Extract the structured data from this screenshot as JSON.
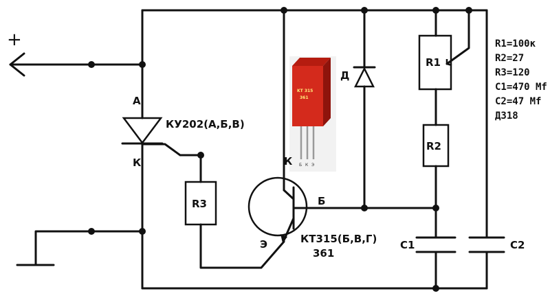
{
  "labels": {
    "plus_sign": "+",
    "thyristor_anode": "А",
    "thyristor_cathode": "К",
    "thyristor_type": "КУ202(А,Б,В)",
    "r3": "R3",
    "r1": "R1",
    "r2": "R2",
    "c1": "C1",
    "c2": "C2",
    "diode": "Д",
    "transistor_collector": "К",
    "transistor_base": "Б",
    "transistor_emitter": "Э",
    "transistor_type": "КТ315(Б,В,Г)",
    "transistor_alt": "361",
    "package_line1": "KT 315",
    "package_line2": "361",
    "package_pin_e": "Б",
    "package_pin_k": "К",
    "package_pin_b": "Э"
  },
  "specs": [
    "R1=100к",
    "R2=27",
    "R3=120",
    "C1=470 Mf",
    "C2=47 Mf",
    "Д318"
  ],
  "colors": {
    "wire": "#111111",
    "package_red": "#d42a1c",
    "package_dark": "#8e140c"
  }
}
